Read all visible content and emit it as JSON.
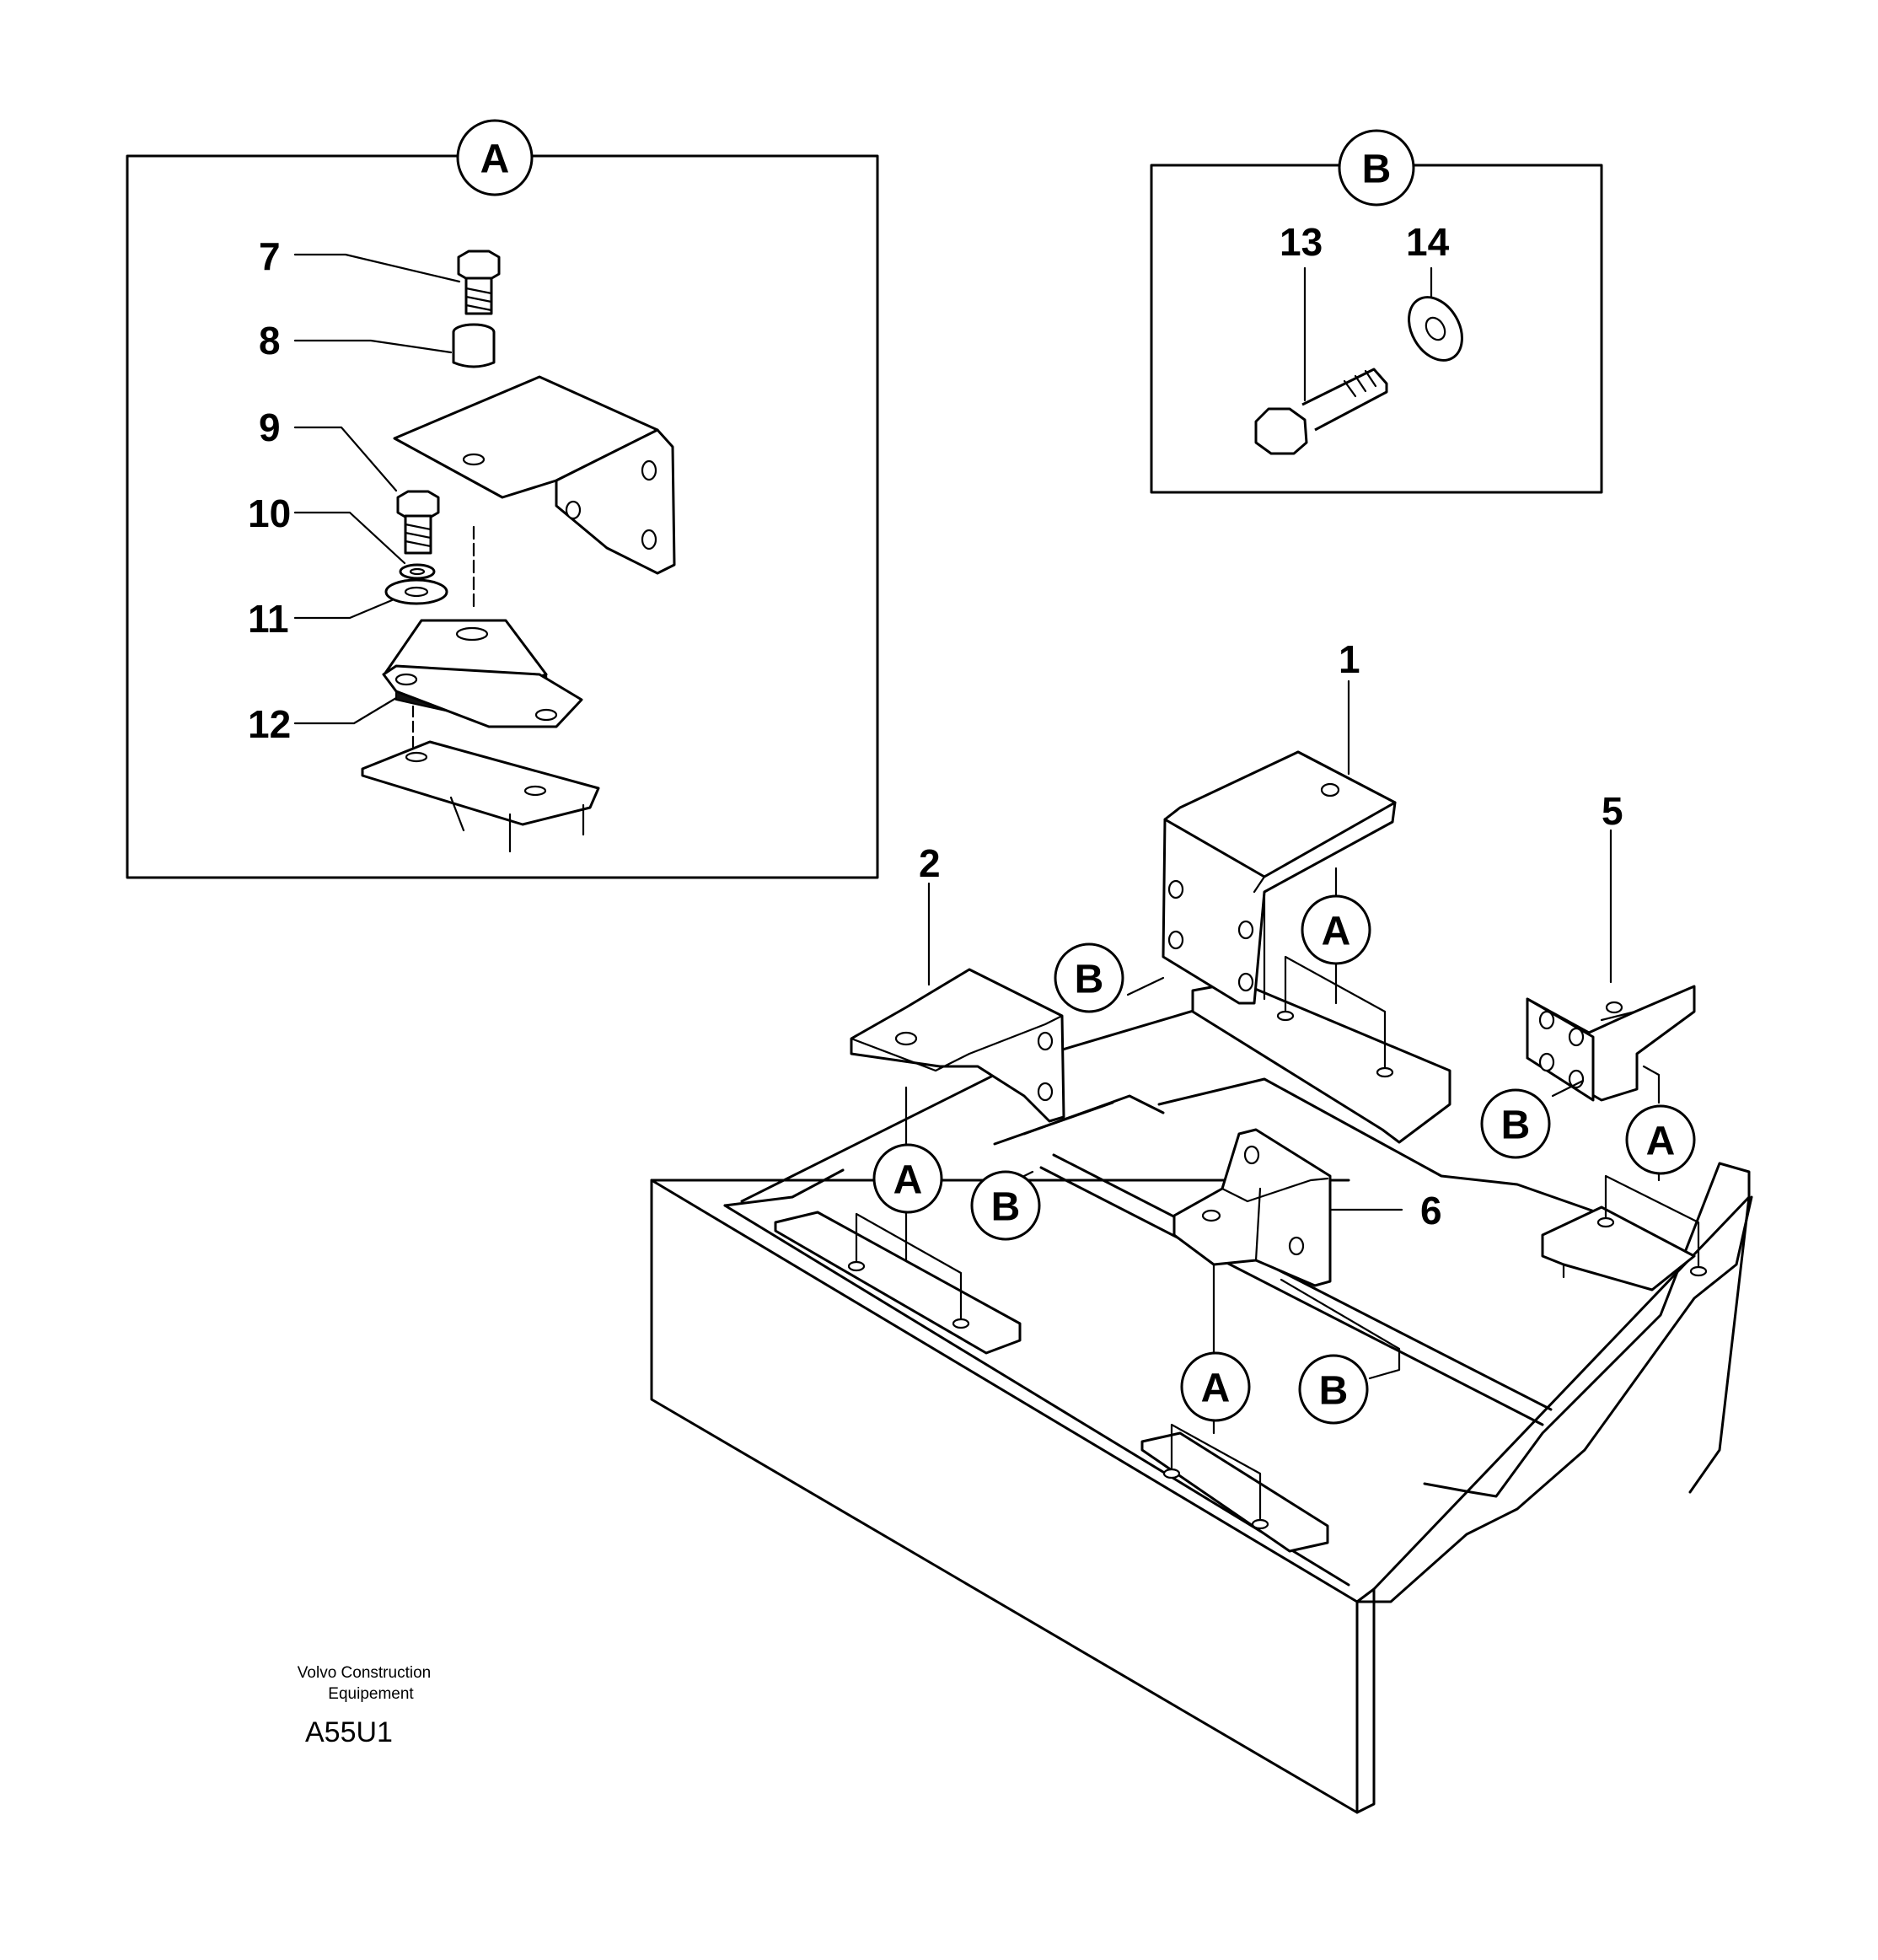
{
  "detail_a": {
    "label": "A"
  },
  "detail_b": {
    "label": "B"
  },
  "callouts": {
    "c1": "1",
    "c2": "2",
    "c5": "5",
    "c6": "6",
    "c7": "7",
    "c8": "8",
    "c9": "9",
    "c10": "10",
    "c11": "11",
    "c12": "12",
    "c13": "13",
    "c14": "14"
  },
  "markers": {
    "a": "A",
    "b": "B"
  },
  "footer": {
    "company_line1": "Volvo Construction",
    "company_line2": "Equipement",
    "drawing_code": "A55U1"
  }
}
